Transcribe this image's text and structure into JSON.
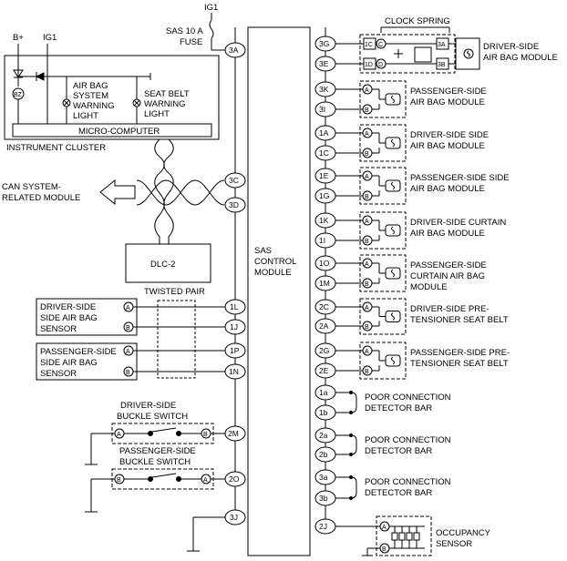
{
  "supply": {
    "bplus": "B+",
    "ig1_cluster": "IG1",
    "ig1_top": "IG1",
    "fuse_label_1": "SAS 10 A",
    "fuse_label_2": "FUSE"
  },
  "cluster": {
    "title": "INSTRUMENT CLUSTER",
    "micro": "MICRO-COMPUTER",
    "buzzer": "BZ",
    "airbag_light": [
      "AIR BAG",
      "SYSTEM",
      "WARNING",
      "LIGHT"
    ],
    "seatbelt_light": [
      "SEAT BELT",
      "WARNING",
      "LIGHT"
    ]
  },
  "can": {
    "line1": "CAN SYSTEM-",
    "line2": "RELATED MODULE"
  },
  "dlc": "DLC-2",
  "twisted_pair": "TWISTED PAIR",
  "sas": {
    "line1": "SAS",
    "line2": "CONTROL",
    "line3": "MODULE"
  },
  "clock_spring": "CLOCK SPRING",
  "left_pins": {
    "p3A": "3A",
    "p3C": "3C",
    "p3D": "3D",
    "p1L": "1L",
    "p1J": "1J",
    "p1P": "1P",
    "p1N": "1N",
    "p2M": "2M",
    "p2O": "2O",
    "p3J": "3J"
  },
  "right_pins": {
    "p3G": "3G",
    "p3E": "3E",
    "p3K": "3K",
    "p3I": "3I",
    "p1A": "1A",
    "p1C": "1C",
    "p1E": "1E",
    "p1G": "1G",
    "p1K": "1K",
    "p1I": "1I",
    "p1O": "1O",
    "p1M": "1M",
    "p2C": "2C",
    "p2A": "2A",
    "p2G": "2G",
    "p2E": "2E",
    "p1a": "1a",
    "p1b": "1b",
    "p2a": "2a",
    "p2b": "2b",
    "p3a": "3a",
    "p3b": "3b",
    "p2J": "2J"
  },
  "conn": {
    "A": "A",
    "B": "B",
    "cs1C": "1C",
    "cs1D": "1D",
    "csC": "C",
    "csD": "D",
    "cs3A": "3A",
    "cs3B": "3B"
  },
  "modules": {
    "driver_airbag": [
      "DRIVER-SIDE",
      "AIR BAG MODULE"
    ],
    "passenger_airbag": [
      "PASSENGER-SIDE",
      "AIR BAG MODULE"
    ],
    "driver_side_airbag": [
      "DRIVER-SIDE SIDE",
      "AIR BAG MODULE"
    ],
    "passenger_side_airbag": [
      "PASSENGER-SIDE SIDE",
      "AIR BAG MODULE"
    ],
    "driver_curtain": [
      "DRIVER-SIDE CURTAIN",
      "AIR BAG MODULE"
    ],
    "passenger_curtain": [
      "PASSENGER-SIDE",
      "CURTAIN AIR BAG",
      "MODULE"
    ],
    "driver_pretensioner": [
      "DRIVER-SIDE PRE-",
      "TENSIONER SEAT BELT"
    ],
    "passenger_pretensioner": [
      "PASSENGER-SIDE PRE-",
      "TENSIONER SEAT BELT"
    ],
    "poor_connection": [
      "POOR CONNECTION",
      "DETECTOR BAR"
    ],
    "occupancy": [
      "OCCUPANCY",
      "SENSOR"
    ]
  },
  "sensors": {
    "driver_side_sensor": [
      "DRIVER-SIDE",
      "SIDE AIR BAG",
      "SENSOR"
    ],
    "passenger_side_sensor": [
      "PASSENGER-SIDE",
      "SIDE AIR BAG",
      "SENSOR"
    ],
    "driver_buckle": [
      "DRIVER-SIDE",
      "BUCKLE SWITCH"
    ],
    "passenger_buckle": [
      "PASSENGER-SIDE",
      "BUCKLE SWITCH"
    ]
  }
}
